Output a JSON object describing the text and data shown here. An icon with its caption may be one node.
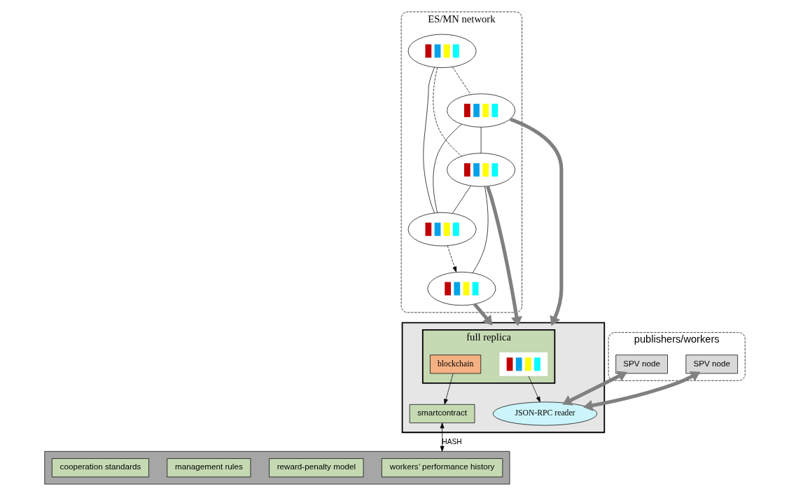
{
  "diagram": {
    "nodes": [
      {
        "text": [
          "ES/MN network"
        ]
      },
      {
        "text": [],
        "shape": "cloud",
        "in": 0
      },
      {
        "text": [],
        "shape": "cloud",
        "in": 0
      },
      {
        "text": [],
        "shape": "cloud",
        "in": 0
      },
      {
        "text": [],
        "shape": "cloud",
        "in": 0
      },
      {
        "text": [],
        "shape": "cloud",
        "in": 0
      },
      {
        "text": [
          "publishers/workers"
        ]
      },
      {
        "text": [
          "SPV node"
        ],
        "in": 6
      },
      {
        "text": [
          "SPV node"
        ],
        "in": 6
      },
      {
        "text": [],
        "shape": "cylinder"
      },
      {
        "text": [
          "full replica"
        ],
        "in": 9
      },
      {
        "text": [],
        "shape": "box",
        "in": 10
      },
      {
        "text": [
          "blockchain"
        ],
        "in": 10
      },
      {
        "text": [
          "JSON-RPC reader"
        ],
        "in": 9
      },
      {
        "text": [
          "smartcontract"
        ],
        "in": 9
      },
      {
        "text": [],
        "shape": "box"
      },
      {
        "text": [
          "workers’ performance history"
        ],
        "in": 15
      },
      {
        "text": [
          "reward-penalty model"
        ],
        "in": 15
      },
      {
        "text": [
          "management rules"
        ],
        "in": 15
      },
      {
        "text": [
          "cooperation standards"
        ],
        "in": 15
      }
    ],
    "edges": [
      {
        "from": 1,
        "to": 2,
        "arrow": "none"
      },
      {
        "from": 1,
        "to": 3,
        "arrow": "none",
        "style": "dashed"
      },
      {
        "from": 1,
        "to": 4,
        "arrow": "none",
        "style": "dashed"
      },
      {
        "from": 3,
        "to": 2,
        "arrow": "none"
      },
      {
        "from": 4,
        "to": 2,
        "arrow": "none"
      },
      {
        "from": 3,
        "to": 4,
        "arrow": "none"
      },
      {
        "from": 4,
        "to": 5,
        "arrow": "none"
      },
      {
        "from": 2,
        "to": 5,
        "arrow": "to",
        "style": "dashed"
      },
      {
        "from": 3,
        "to": 9,
        "arrow": "to",
        "style": "thick",
        "color": "#808080"
      },
      {
        "from": 4,
        "to": 9,
        "arrow": "to",
        "style": "thick",
        "color": "#808080"
      },
      {
        "from": 5,
        "to": 9,
        "arrow": "to",
        "style": "thick",
        "color": "#808080"
      },
      {
        "from": 13,
        "to": 7,
        "arrow": "both",
        "style": "thick",
        "color": "#808080"
      },
      {
        "from": 13,
        "to": 8,
        "arrow": "both",
        "style": "thick",
        "color": "#808080"
      },
      {
        "from": 11,
        "to": 13,
        "arrow": "to"
      },
      {
        "from": 12,
        "to": 14,
        "arrow": "to"
      },
      {
        "from": 14,
        "to": 15,
        "arrow": "both",
        "label": "HASH"
      }
    ]
  }
}
